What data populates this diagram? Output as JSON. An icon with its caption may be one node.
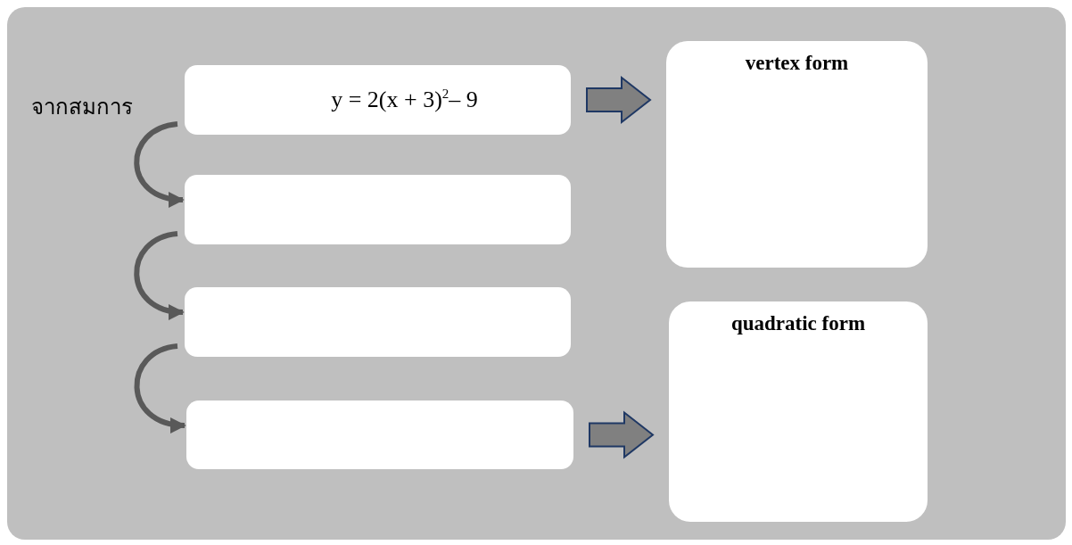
{
  "diagram": {
    "nodes": [
      {
        "text": [],
        "shape": "box"
      },
      {
        "text": [
          "y  =  2(x + 3)$^{2}$– 9"
        ],
        "in": 0
      },
      {
        "text": [],
        "shape": "box",
        "in": 0
      },
      {
        "text": [],
        "shape": "box",
        "in": 0
      },
      {
        "text": [],
        "shape": "box",
        "in": 0
      },
      {
        "text": [
          "vertex form"
        ],
        "in": 0
      },
      {
        "text": [
          "quadratic form"
        ],
        "in": 0
      }
    ],
    "edges": [
      {
        "from": 1,
        "to": 5,
        "arrow": "to",
        "style": "thick"
      },
      {
        "from": 1,
        "to": 2,
        "arrow": "to"
      },
      {
        "from": 2,
        "to": 3,
        "arrow": "to"
      },
      {
        "from": 3,
        "to": 4,
        "arrow": "to"
      },
      {
        "from": 4,
        "to": 6,
        "arrow": "to",
        "style": "thick"
      }
    ],
    "labels": [
      "จากสมการ"
    ]
  }
}
